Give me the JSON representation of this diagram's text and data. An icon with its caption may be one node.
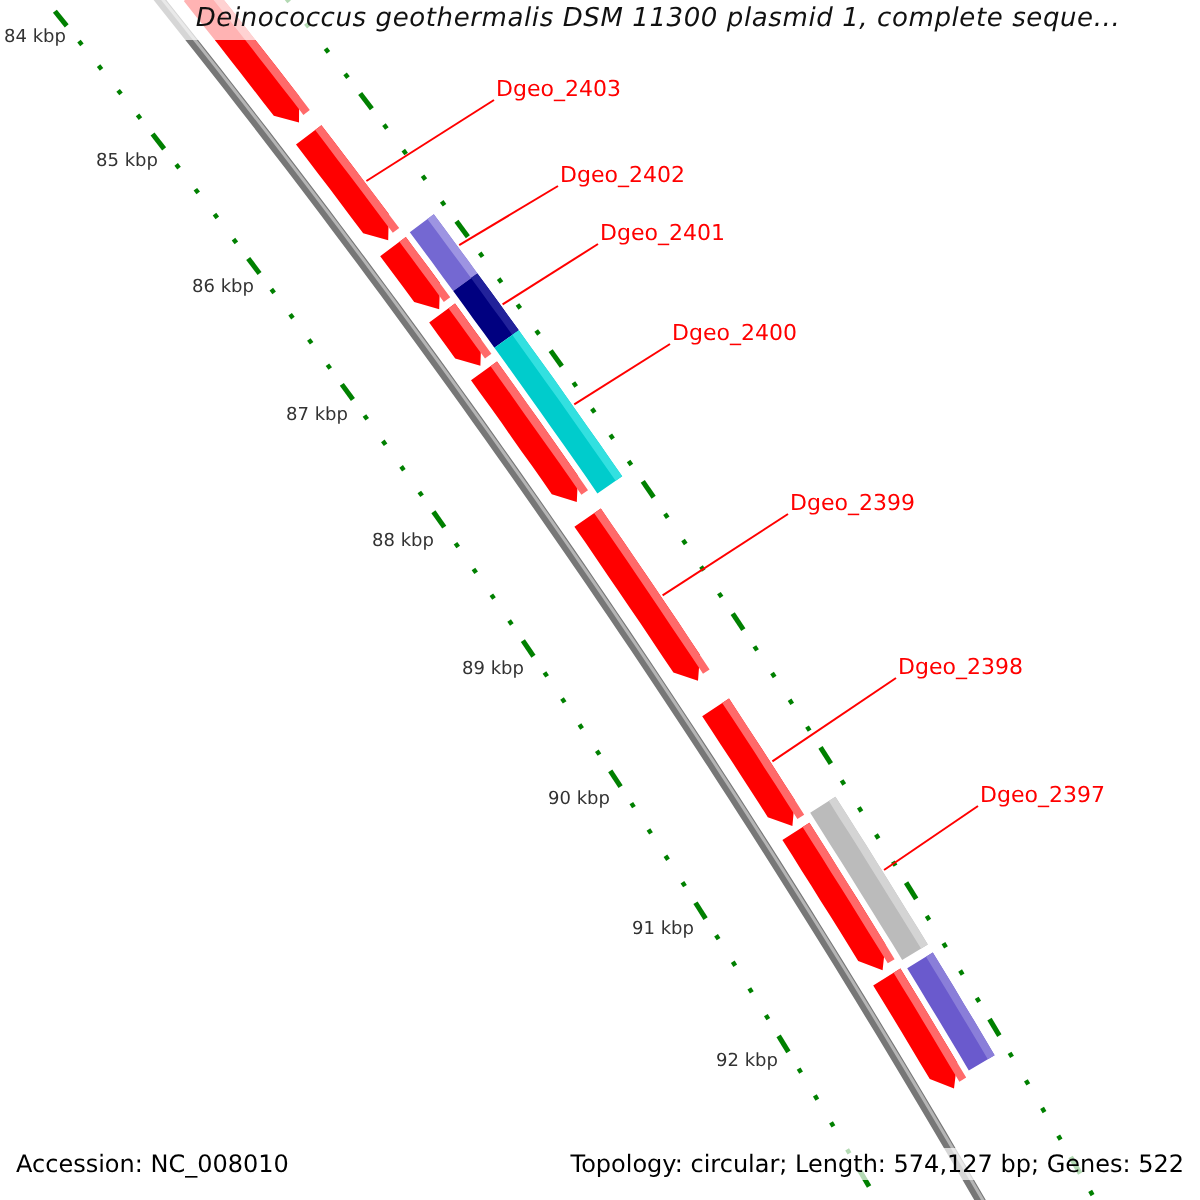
{
  "diagram": {
    "title": "Deinococcus geothermalis DSM 11300 plasmid 1, complete seque...",
    "nodes": [
      {
        "text": [
          "Dgeo_2403"
        ]
      },
      {
        "text": [
          "Dgeo_2402"
        ]
      },
      {
        "text": [
          "Dgeo_2401"
        ]
      },
      {
        "text": [
          "Dgeo_2400"
        ]
      },
      {
        "text": [
          "Dgeo_2399"
        ]
      },
      {
        "text": [
          "Dgeo_2398"
        ]
      },
      {
        "text": [
          "Dgeo_2397"
        ]
      },
      {
        "text": [],
        "shape": "arrow"
      },
      {
        "text": [],
        "shape": "arrow"
      },
      {
        "text": [],
        "shape": "bar"
      },
      {
        "text": [],
        "shape": "arrow"
      },
      {
        "text": [],
        "shape": "bar"
      },
      {
        "text": [],
        "shape": "arrow"
      },
      {
        "text": [],
        "shape": "bar"
      },
      {
        "text": [],
        "shape": "arrow"
      },
      {
        "text": [],
        "shape": "arrow"
      },
      {
        "text": [],
        "shape": "arrow"
      },
      {
        "text": [],
        "shape": "bar"
      },
      {
        "text": [],
        "shape": "arrow"
      },
      {
        "text": [],
        "shape": "arrow"
      },
      {
        "text": [],
        "shape": "bar"
      }
    ],
    "edges": [
      {
        "from": 0,
        "to": 8,
        "arrow": "none"
      },
      {
        "from": 1,
        "to": 9,
        "arrow": "none"
      },
      {
        "from": 2,
        "to": 11,
        "arrow": "none"
      },
      {
        "from": 3,
        "to": 13,
        "arrow": "none"
      },
      {
        "from": 4,
        "to": 15,
        "arrow": "none"
      },
      {
        "from": 5,
        "to": 16,
        "arrow": "none"
      },
      {
        "from": 6,
        "to": 17,
        "arrow": "none"
      }
    ],
    "labels": [
      "84 kbp",
      "85 kbp",
      "86 kbp",
      "87 kbp",
      "88 kbp",
      "89 kbp",
      "90 kbp",
      "91 kbp",
      "92 kbp",
      "Accession: NC_008010",
      "Topology: circular; Length: 574,127 bp; Genes: 522"
    ]
  }
}
